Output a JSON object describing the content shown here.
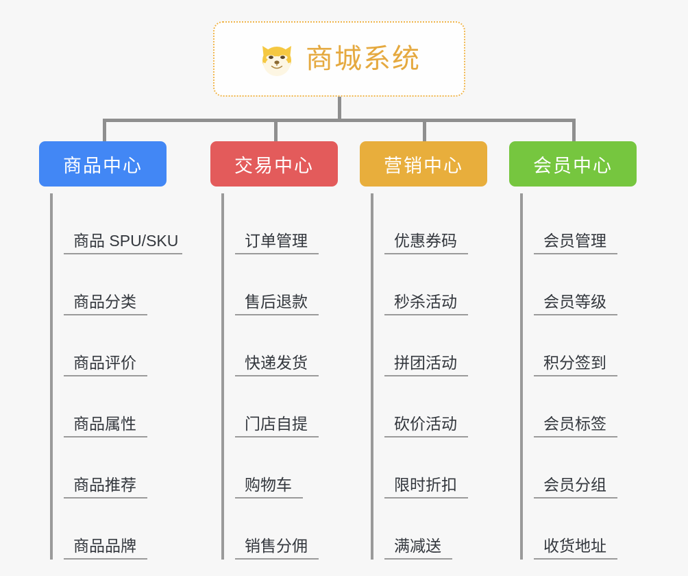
{
  "root": {
    "title": "商城系统",
    "emoji_name": "shiba-inu-dog-face",
    "title_color": "#e5a93f",
    "border_color": "#f0b54a",
    "background": "#fefefe"
  },
  "canvas": {
    "background": "#f7f7f7",
    "connector_color": "#8f8f8f"
  },
  "categories": [
    {
      "label": "商品中心",
      "color": "#4287f5",
      "items": [
        "商品 SPU/SKU",
        "商品分类",
        "商品评价",
        "商品属性",
        "商品推荐",
        "商品品牌"
      ]
    },
    {
      "label": "交易中心",
      "color": "#e35b5b",
      "items": [
        "订单管理",
        "售后退款",
        "快递发货",
        "门店自提",
        "购物车",
        "销售分佣"
      ]
    },
    {
      "label": "营销中心",
      "color": "#e8ae3c",
      "items": [
        "优惠券码",
        "秒杀活动",
        "拼团活动",
        "砍价活动",
        "限时折扣",
        "满减送"
      ]
    },
    {
      "label": "会员中心",
      "color": "#76c63f",
      "items": [
        "会员管理",
        "会员等级",
        "积分签到",
        "会员标签",
        "会员分组",
        "收货地址"
      ]
    }
  ]
}
